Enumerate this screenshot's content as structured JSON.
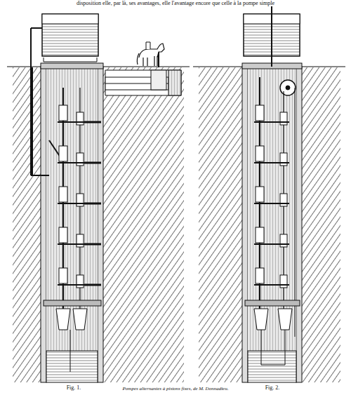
{
  "diagram": {
    "caption": "Pompes alternantes à pistons fixes, de M. Donnadieu.",
    "labels": [
      "disposition elle, par là, ses avantages, elle l'avantage encore que celle à la pompe simple",
      "Fig. 1.",
      "Fig. 2."
    ]
  }
}
